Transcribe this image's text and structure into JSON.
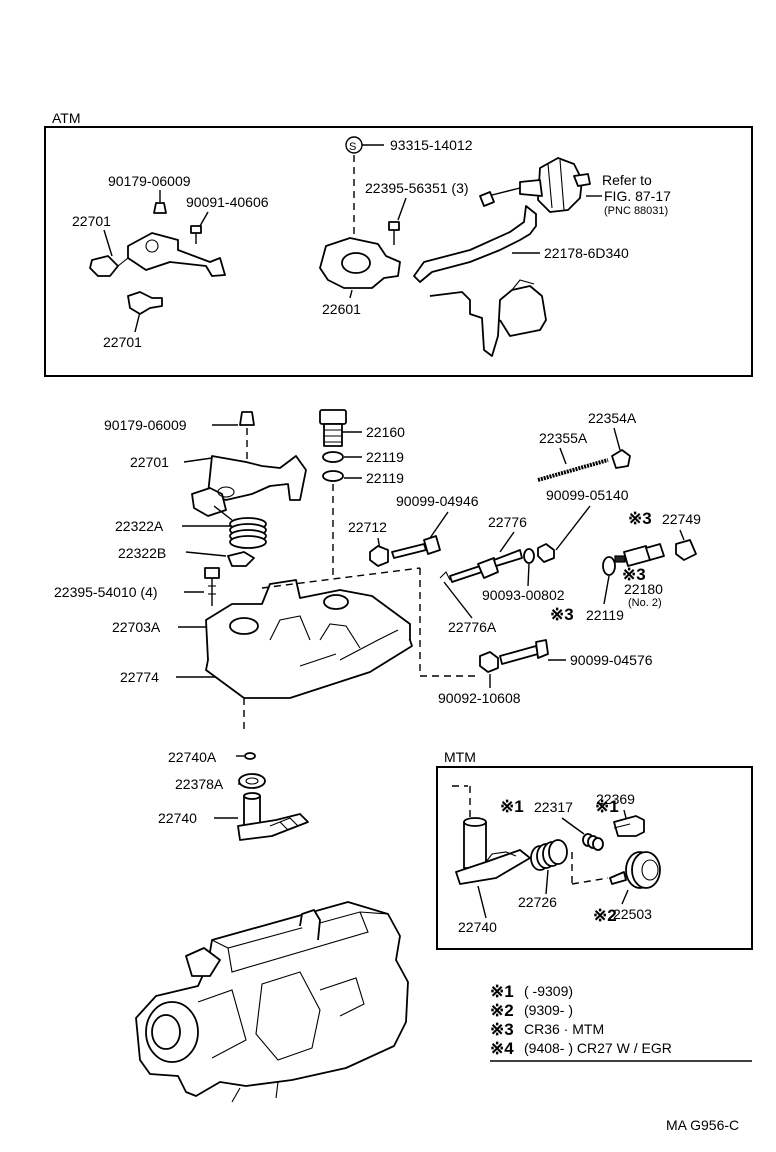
{
  "sections": {
    "atm": "ATM",
    "mtm": "MTM"
  },
  "atm": {
    "p90179": "90179-06009",
    "p90091": "90091-40606",
    "p22701a": "22701",
    "p22701b": "22701",
    "s_mark": "S",
    "p93315": "93315-14012",
    "p22395_56351": "22395-56351 (3)",
    "p22601": "22601",
    "p22178": "22178-6D340",
    "refer1": "Refer to",
    "refer2": "FIG. 87-17",
    "refer3": "(PNC 88031)"
  },
  "main": {
    "p90179": "90179-06009",
    "p22160": "22160",
    "p22119a": "22119",
    "p22119b": "22119",
    "p22701": "22701",
    "p22355a": "22355A",
    "p22354a": "22354A",
    "p90099_04946": "90099-04946",
    "p90099_05140": "90099-05140",
    "p22322a": "22322A",
    "p22712": "22712",
    "p22776": "22776",
    "mark3a": "※3",
    "p22749": "22749",
    "p22322b": "22322B",
    "mark3b": "※3",
    "p22180": "22180",
    "p22180sub": "(No. 2)",
    "p22395_54010": "22395-54010 (4)",
    "p90093": "90093-00802",
    "p22703a": "22703A",
    "p22776a": "22776A",
    "mark3c": "※3",
    "p22119c": "22119",
    "p90099_04576": "90099-04576",
    "p22774": "22774",
    "p90092": "90092-10608",
    "p22740a": "22740A",
    "p22378a": "22378A",
    "p22740": "22740"
  },
  "mtm": {
    "mark1": "※1",
    "p22369": "22369",
    "mark1b": "※1",
    "p22317": "22317",
    "p22726": "22726",
    "mark2": "※2",
    "p22503": "22503",
    "p22740": "22740"
  },
  "legend": [
    {
      "mark": "※1",
      "text": "(        -9309)"
    },
    {
      "mark": "※2",
      "text": "(9309-          )"
    },
    {
      "mark": "※3",
      "text": "CR36 · MTM"
    },
    {
      "mark": "※4",
      "text": "(9408-            )  CR27   W / EGR"
    }
  ],
  "figure_code": "MA G956-C"
}
